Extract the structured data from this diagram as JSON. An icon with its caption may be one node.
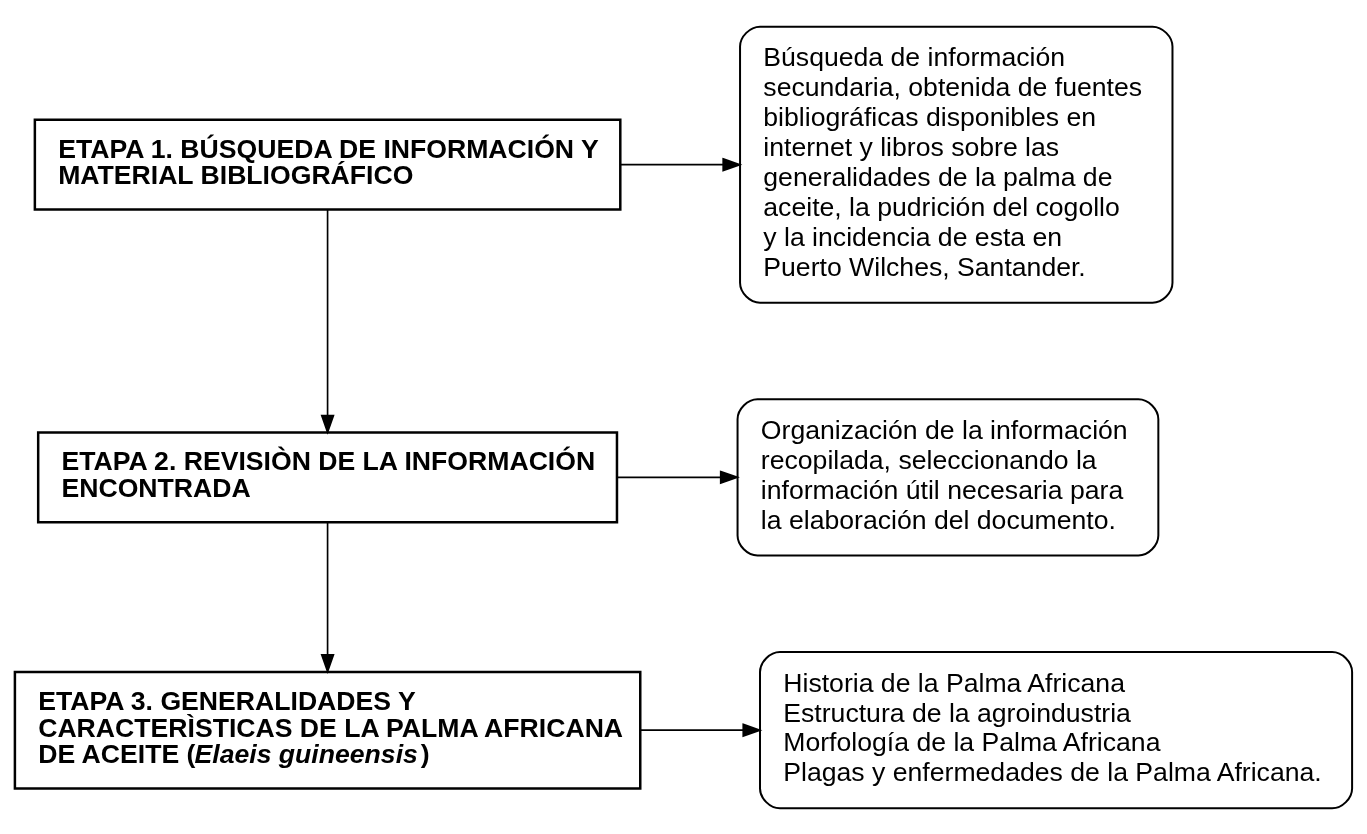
{
  "diagram": {
    "nodes": [
      {
        "text": [
          "ETAPA 1. BÚSQUEDA DE INFORMACIÓN Y MATERIAL BIBLIOGRÁFICO"
        ]
      },
      {
        "text": [
          "Búsqueda de información secundaria, obtenida de fuentes bibliográficas disponibles en internet y libros sobre las generalidades de la palma de aceite, la pudrición del cogollo y la incidencia de esta en Puerto Wilches, Santander."
        ]
      },
      {
        "text": [
          "ETAPA 2. REVISIÒN DE LA INFORMACIÓN ENCONTRADA"
        ]
      },
      {
        "text": [
          "Organización de la información recopilada, seleccionando la información útil necesaria para la elaboración del documento."
        ]
      },
      {
        "text": [
          "ETAPA 3. GENERALIDADES Y CARACTERÌSTICAS DE LA PALMA AFRICANA DE ACEITE (*Elaeis guineensis*)"
        ]
      },
      {
        "text": [
          "Historia de la Palma Africana",
          "Estructura de la agroindustria",
          "Morfología de la Palma Africana",
          "Plagas y enfermedades de la Palma Africana."
        ]
      }
    ],
    "edges": [
      {
        "from": 0,
        "to": 1,
        "arrow": "to"
      },
      {
        "from": 0,
        "to": 2,
        "arrow": "to"
      },
      {
        "from": 2,
        "to": 3,
        "arrow": "to"
      },
      {
        "from": 2,
        "to": 4,
        "arrow": "to"
      },
      {
        "from": 4,
        "to": 5,
        "arrow": "to"
      }
    ]
  }
}
